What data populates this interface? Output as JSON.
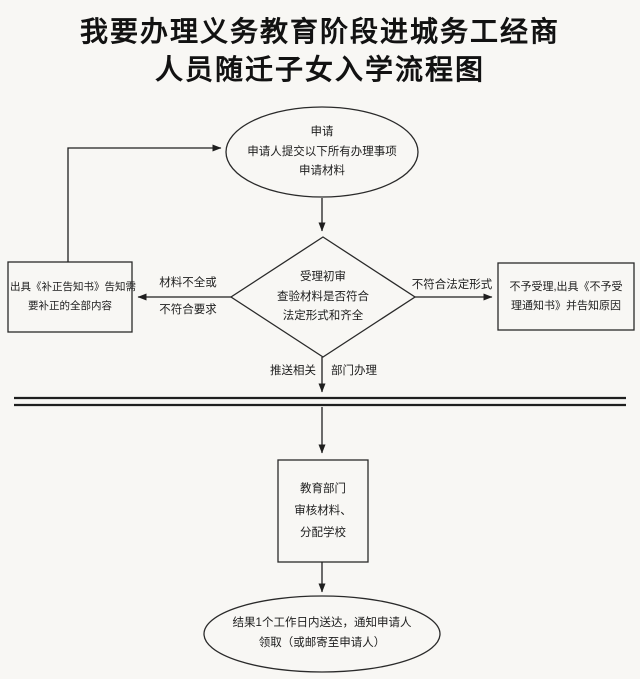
{
  "title": {
    "line1": "我要办理义务教育阶段进城务工经商",
    "line2": "人员随迁子女入学流程图"
  },
  "nodes": {
    "apply": {
      "lines": [
        "申请",
        "申请人提交以下所有办理事项",
        "申请材料"
      ]
    },
    "review": {
      "lines": [
        "受理初审",
        "查验材料是否符合",
        "法定形式和齐全"
      ]
    },
    "supplement": {
      "lines": [
        "出具《补正告知书》告知需",
        "要补正的全部内容"
      ]
    },
    "reject": {
      "lines": [
        "不予受理,出具《不予受",
        "理通知书》并告知原因"
      ]
    },
    "education": {
      "lines": [
        "教育部门",
        "审核材料、",
        "分配学校"
      ]
    },
    "result": {
      "lines": [
        "结果1个工作日内送达，通知申请人",
        "领取（或邮寄至申请人）"
      ]
    }
  },
  "edge_labels": {
    "incomplete": {
      "lines": [
        "材料不全或",
        "不符合要求"
      ]
    },
    "invalid_form": "不符合法定形式",
    "push_left": "推送相关",
    "push_right": "部门办理"
  },
  "colors": {
    "background": "#f8f7f4",
    "line": "#1f1f1f",
    "text": "#1d1d1d"
  }
}
